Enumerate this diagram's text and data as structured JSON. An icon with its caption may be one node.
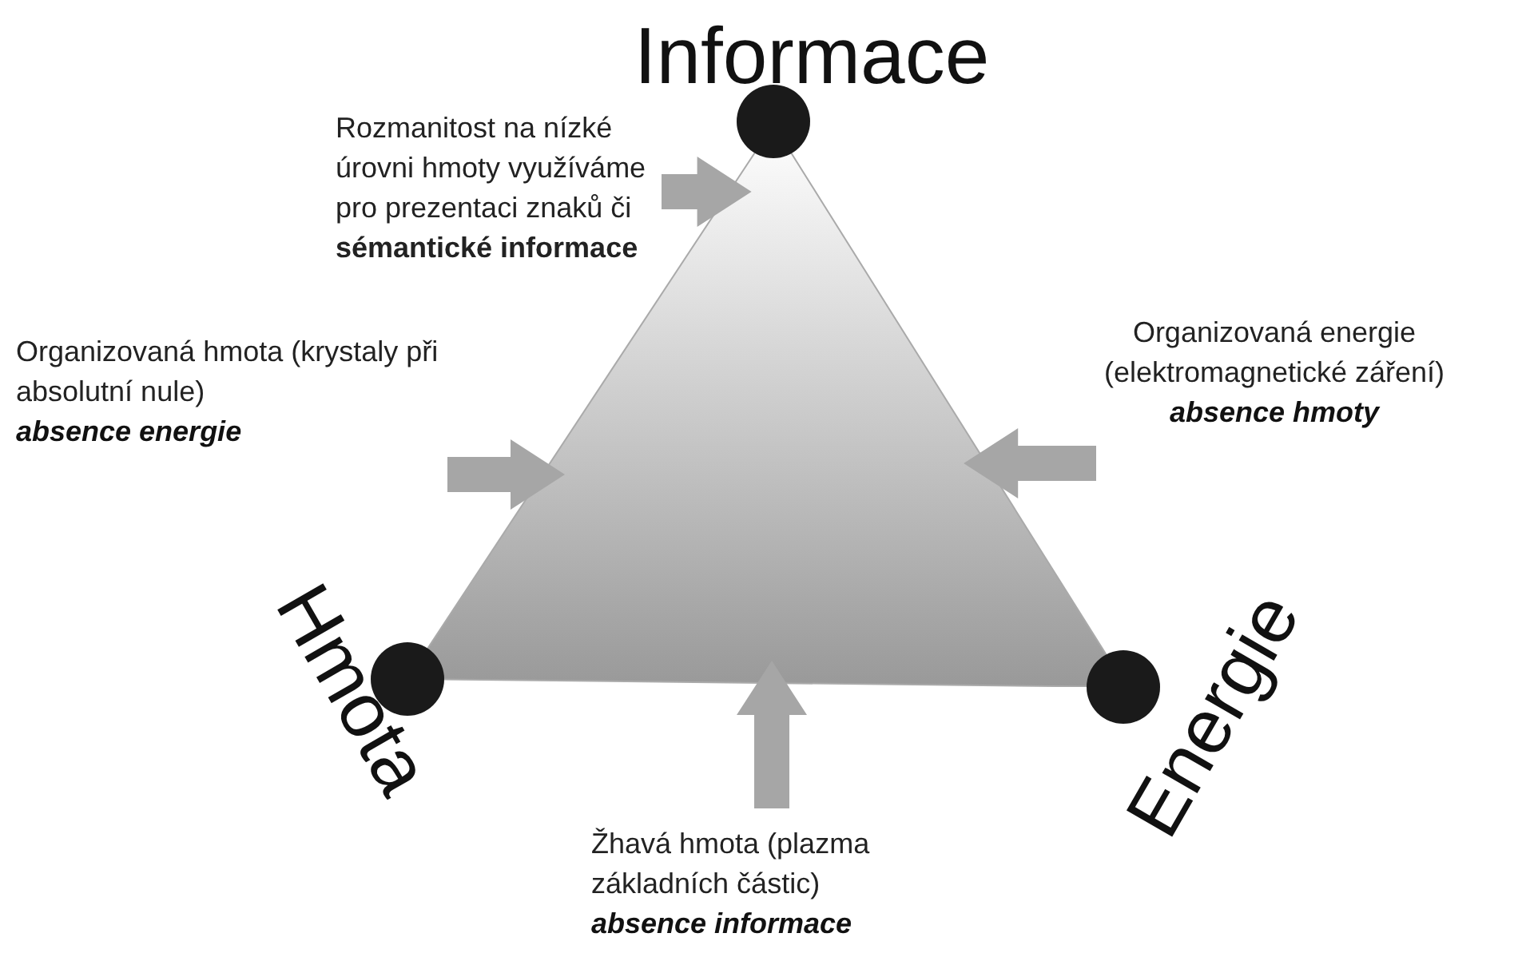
{
  "diagram": {
    "nodes": [
      {
        "text": [
          "Informace"
        ]
      },
      {
        "text": [
          "Rozmanitost na nízké úrovni hmoty využíváme pro prezentaci znaků či **sémantické informace**"
        ]
      },
      {
        "text": [],
        "shape": "triangle"
      },
      {
        "text": [
          "Organizovaná hmota (krystaly při absolutní nule)",
          "absence energie"
        ]
      },
      {
        "text": [
          "Organizovaná energie (elektromagnetické záření)",
          "absence hmoty"
        ]
      },
      {
        "text": [
          "Hmota"
        ]
      },
      {
        "text": [
          "Energie"
        ]
      },
      {
        "text": [
          "Žhavá hmota (plazma základních částic)",
          "absence informace"
        ]
      }
    ],
    "edges": [
      {
        "from": 1,
        "to": 2,
        "arrow": "to"
      },
      {
        "from": 3,
        "to": 2,
        "arrow": "to"
      },
      {
        "from": 4,
        "to": 2,
        "arrow": "to"
      },
      {
        "from": 7,
        "to": 2,
        "arrow": "to"
      }
    ]
  }
}
